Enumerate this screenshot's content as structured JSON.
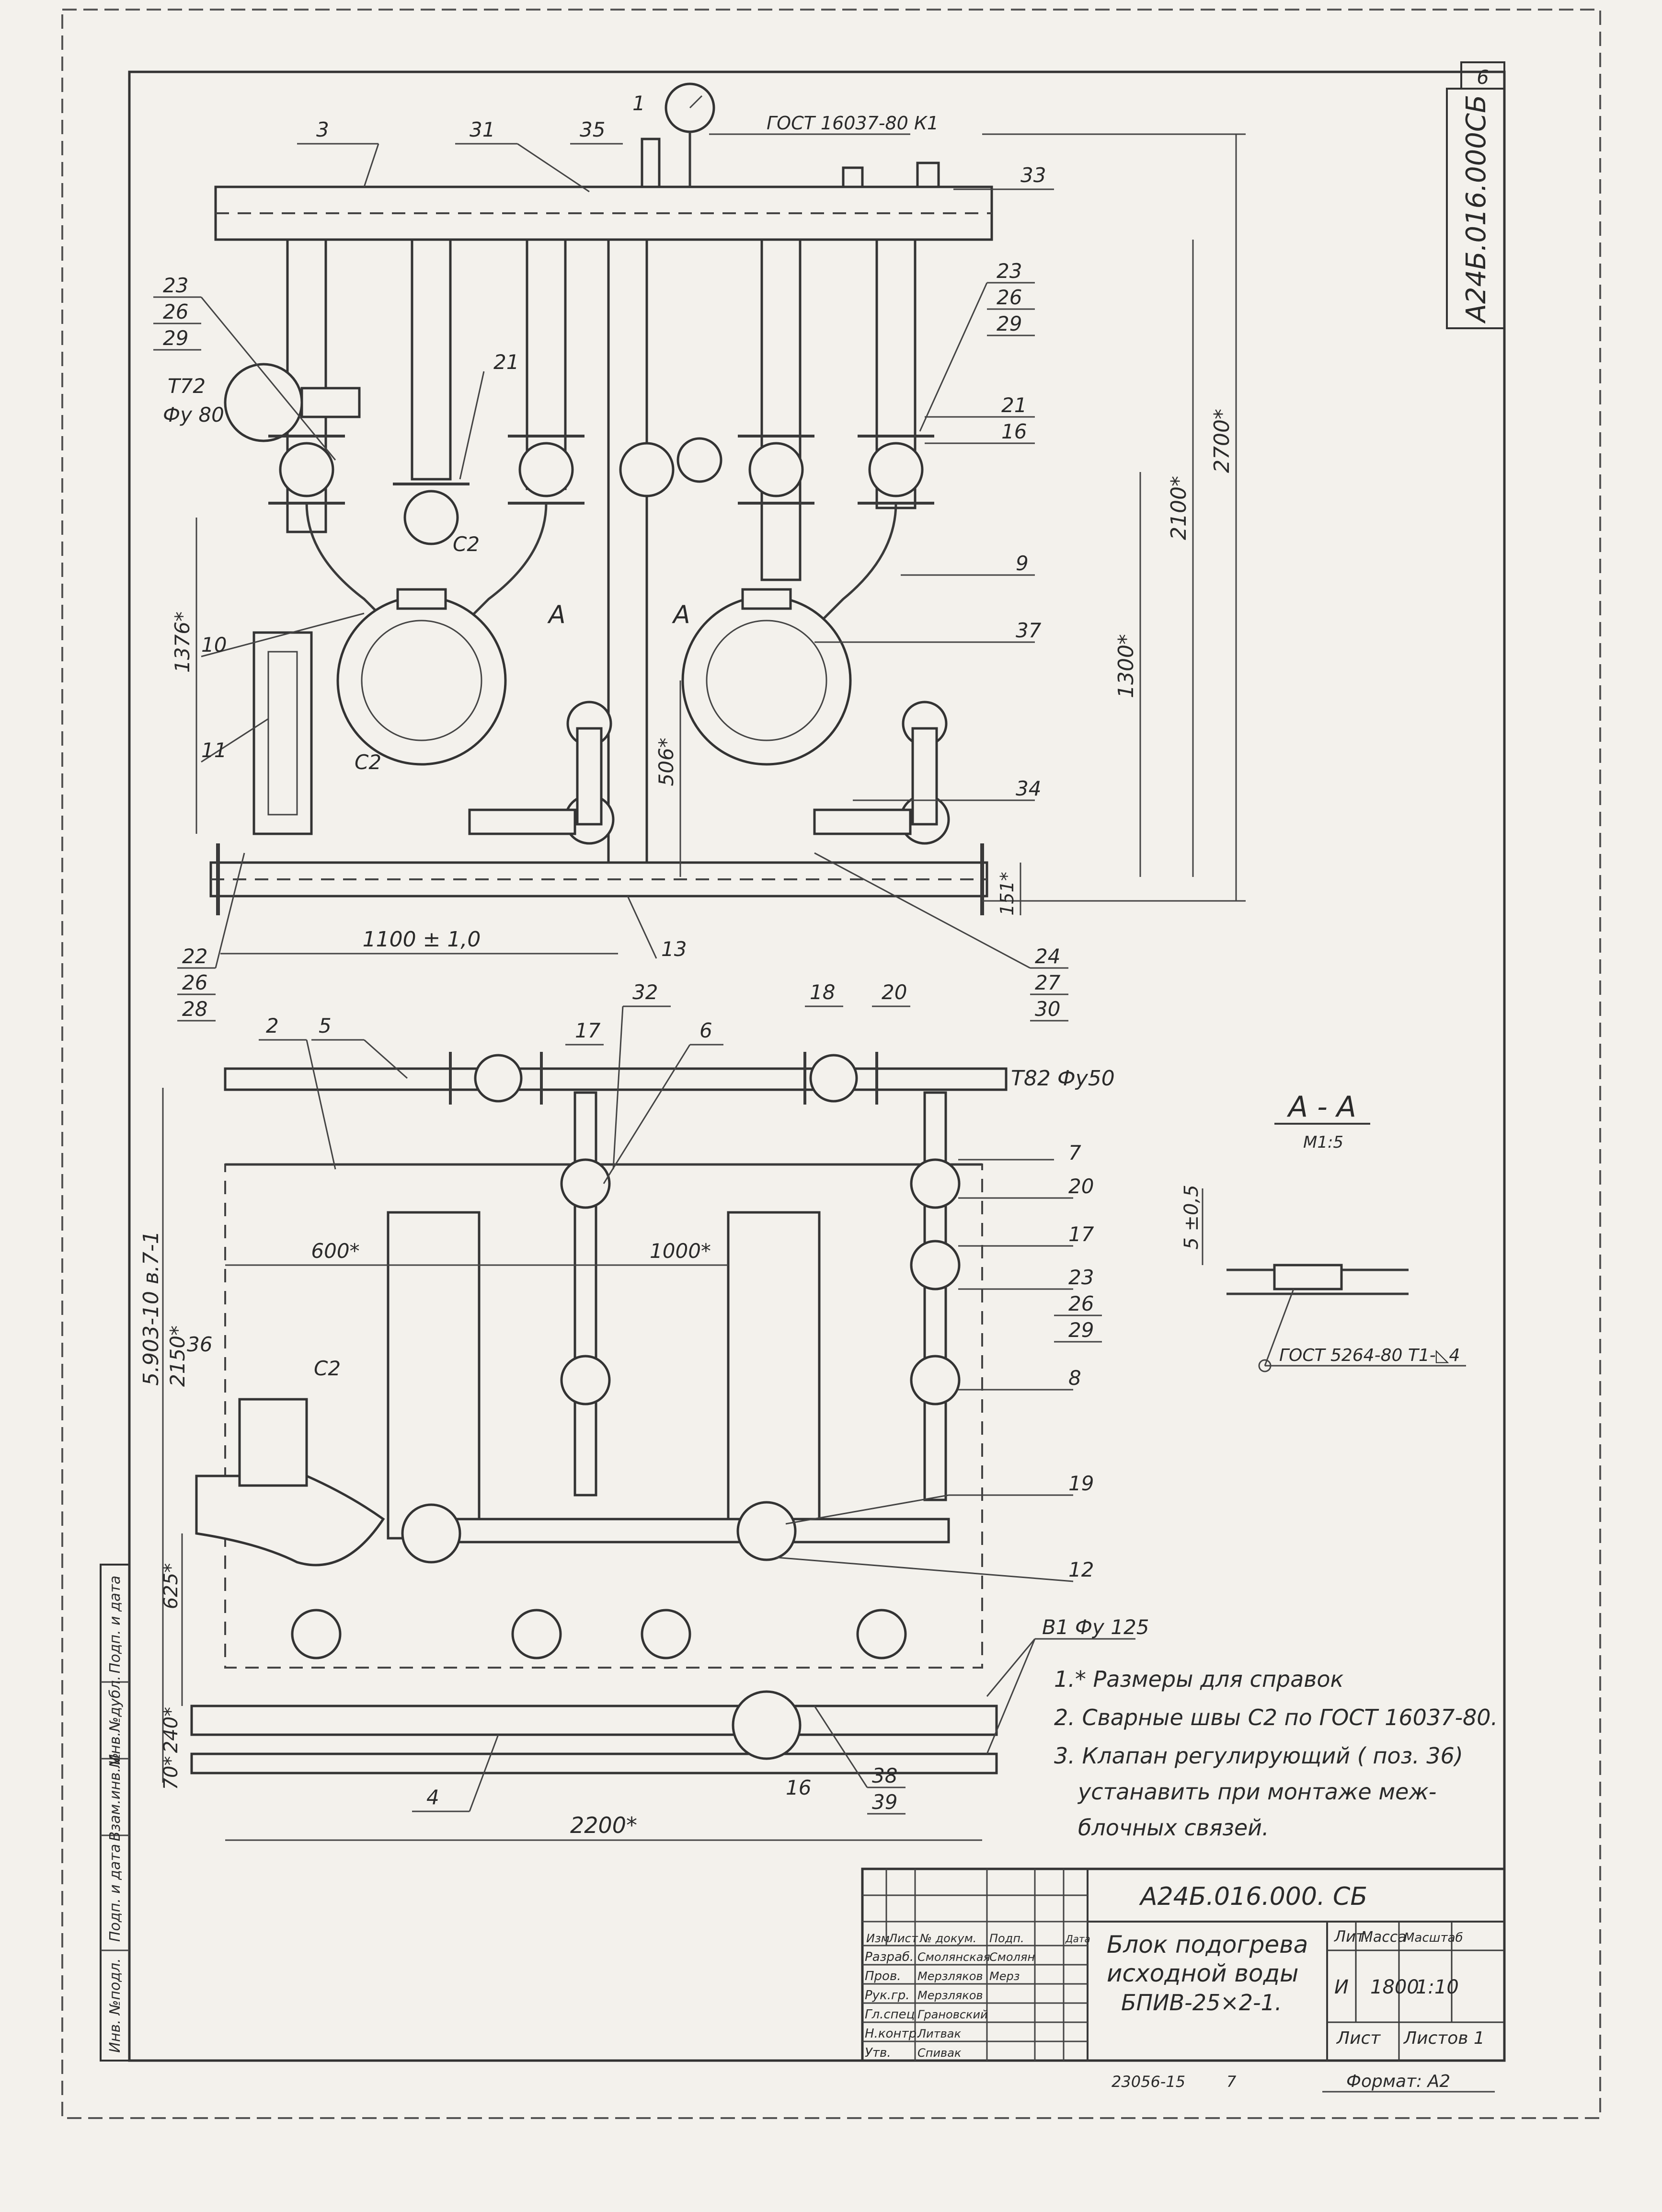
{
  "drawing": {
    "designation": "А24Б.016.000 СБ",
    "sheet_number": "6",
    "corner_code": "А24Б.016.000СБ",
    "side_code": "5.903-10 в.7-1",
    "standard_top": "ГОСТ 16037-80 К1"
  },
  "connections": {
    "t72": "Т72",
    "t72_dn": "Фу 80",
    "t82": "Т82 Фу50",
    "v1": "В1 Фу 125"
  },
  "dimensions": {
    "h2700": "2700*",
    "h2100": "2100*",
    "h1300": "1300*",
    "h506": "506*",
    "h1376": "1376*",
    "h151": "151*",
    "w1100": "1100 ± 1,0",
    "w600": "600*",
    "w1000": "1000*",
    "h2150": "2150*",
    "h625": "625*",
    "h240": "240*",
    "h70": "70*",
    "w2200": "2200*",
    "weld": "С2"
  },
  "balloons": {
    "b1": "1",
    "b3": "3",
    "b31": "31",
    "b35": "35",
    "b33": "33",
    "b23l": "23",
    "b26l": "26",
    "b29l": "29",
    "b23r": "23",
    "b26r": "26",
    "b29r": "29",
    "b21l": "21",
    "b21r": "21",
    "b16r": "16",
    "b9": "9",
    "b10": "10",
    "b11": "11",
    "b37": "37",
    "b34": "34",
    "b22": "22",
    "b26b": "26",
    "b28": "28",
    "b13": "13",
    "b24": "24",
    "b27": "27",
    "b30": "30",
    "b2": "2",
    "b5": "5",
    "b17t": "17",
    "b32": "32",
    "b6": "6",
    "b18": "18",
    "b20t": "20",
    "b7": "7",
    "b20": "20",
    "b17": "17",
    "b23p": "23",
    "b26p": "26",
    "b29p": "29",
    "b8": "8",
    "b36": "36",
    "b19": "19",
    "b12": "12",
    "b4": "4",
    "b16p": "16",
    "b38": "38",
    "b39": "39"
  },
  "section": {
    "title": "А - А",
    "scale": "М1:5",
    "dim": "5 ±0,5",
    "weld_note": "ГОСТ 5264-80 Т1-◺4"
  },
  "notes": [
    "1.* Размеры для справок",
    "2. Сварные швы С2 по ГОСТ 16037-80.",
    "3. Клапан регулирующий ( поз. 36)",
    "устанавить при монтаже меж-",
    "блочных связей."
  ],
  "side_stamps": [
    "Инв. №подл.",
    "Подп. и дата",
    "Взам.инв.№",
    "Инв.№дубл.",
    "Подп. и дата"
  ],
  "title_block": {
    "designation": "А24Б.016.000. СБ",
    "name": [
      "Блок подогрева",
      "исходной воды",
      "БПИВ-25×2-1."
    ],
    "headers": {
      "izm": "Изм",
      "list": "Лист",
      "doc": "№ докум.",
      "sign": "Подп.",
      "date": "Дата"
    },
    "roles": [
      {
        "role": "Разраб.",
        "name": "Смолянская",
        "sign": "Смолян"
      },
      {
        "role": "Пров.",
        "name": "Мерзляков",
        "sign": "Мерз"
      },
      {
        "role": "Рук.гр.",
        "name": "Мерзляков",
        "sign": ""
      },
      {
        "role": "Гл.спец",
        "name": "Грановский",
        "sign": ""
      },
      {
        "role": "Н.контр.",
        "name": "Литвак",
        "sign": ""
      },
      {
        "role": "Утв.",
        "name": "Спивак",
        "sign": ""
      }
    ],
    "lit_header": "Лит.",
    "mass_header": "Масса",
    "scale_header": "Масштаб",
    "lit": "И",
    "mass": "1800",
    "scale": "1:10",
    "sheet_label": "Лист",
    "sheets_label": "Листов 1"
  },
  "footer": {
    "inv": "23056-15",
    "num": "7",
    "format": "Формат: А2"
  }
}
